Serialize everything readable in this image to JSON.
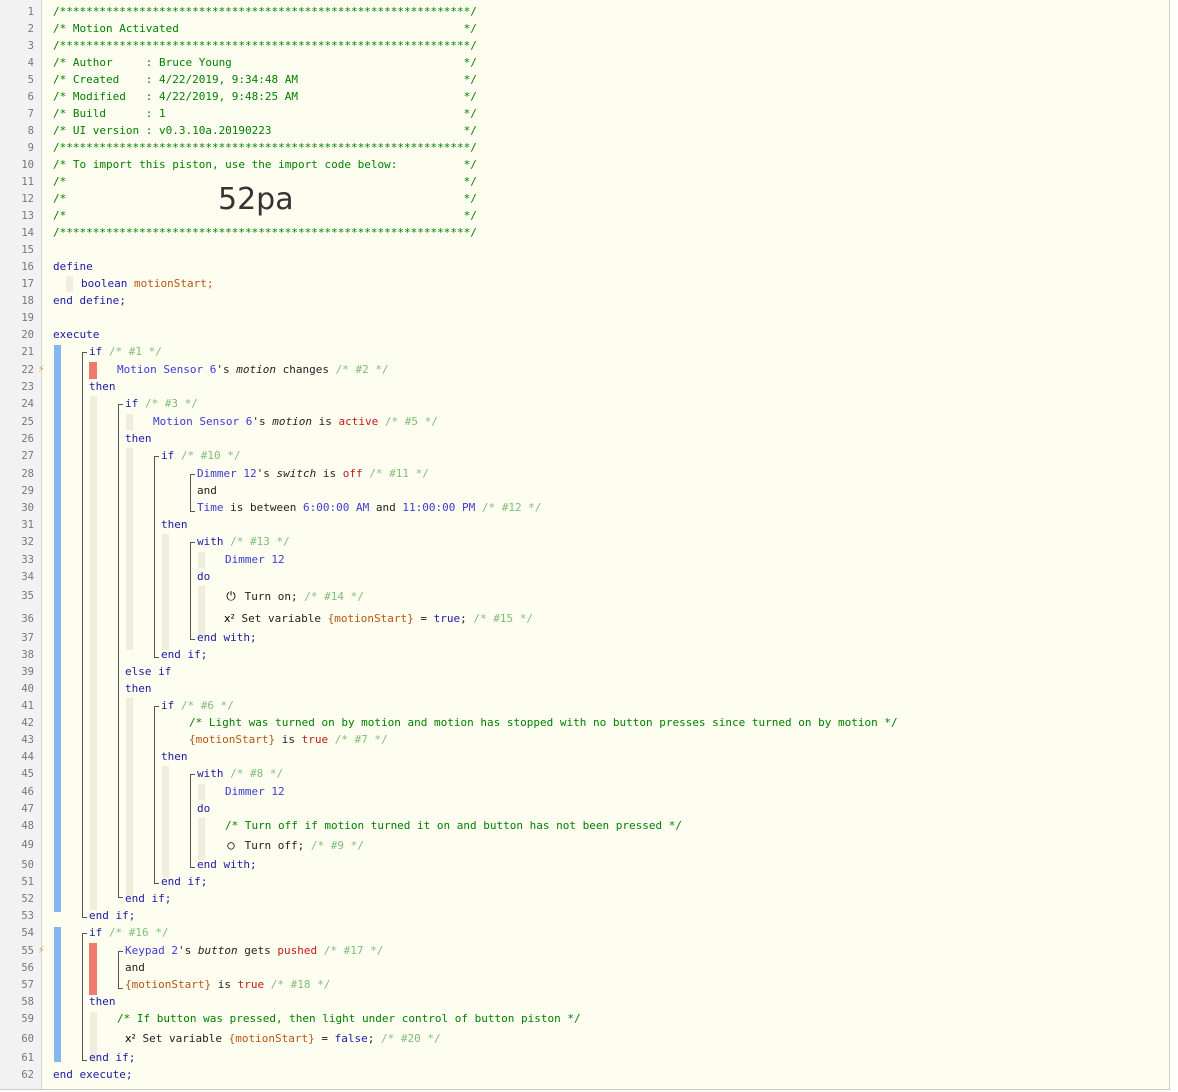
{
  "lines": [
    "/**************************************************************/",
    "/* Motion Activated                                           */",
    "/**************************************************************/",
    "/* Author     : Bruce Young                                   */",
    "/* Created    : 4/22/2019, 9:34:48 AM                         */",
    "/* Modified   : 4/22/2019, 9:48:25 AM                         */",
    "/* Build      : 1                                             */",
    "/* UI version : v0.3.10a.20190223                             */",
    "/**************************************************************/",
    "/* To import this piston, use the import code below:          */",
    "/*                                                            */",
    "/*                                                            */",
    "/*                                                            */",
    "/**************************************************************/"
  ],
  "import_code": "52pa",
  "code": {
    "define": "define",
    "boolean": "boolean",
    "motionStart": "motionStart;",
    "end_define": "end define;",
    "execute": "execute",
    "if": "if",
    "c1": "/* #1 */",
    "motion_sensor": "Motion Sensor 6",
    "s_motion_changes_a": "'s ",
    "motion": "motion",
    "changes": " changes ",
    "c2": "/* #2 */",
    "then": "then",
    "c3": "/* #3 */",
    "is": " is ",
    "active": "active",
    "c5": "/* #5 */",
    "c10": "/* #10 */",
    "dimmer": "Dimmer 12",
    "switch": "switch",
    "off": "off",
    "c11": "/* #11 */",
    "and": "and",
    "time": "Time",
    "is_between": " is between ",
    "t1": "6:00:00 AM",
    "and2": " and ",
    "t2": "11:00:00 PM",
    "c12": "/* #12 */",
    "with": "with",
    "c13": "/* #13 */",
    "do": "do",
    "turn_on": "Turn on;",
    "c14": "/* #14 */",
    "set_variable": "Set variable ",
    "var_motionStart": "{motionStart}",
    "eq": " = ",
    "true": "true",
    "false": "false",
    "semi": ";",
    "c15": "/* #15 */",
    "end_with": "end with;",
    "end_if": "end if;",
    "else_if": "else if",
    "c6": "/* #6 */",
    "cmt_light": "/* Light was turned on by motion and motion has stopped with no button presses since turned on by motion */",
    "c7": "/* #7 */",
    "c8": "/* #8 */",
    "cmt_turnoff": "/* Turn off if motion turned it on and button has not been pressed */",
    "turn_off": "Turn off;",
    "c9": "/* #9 */",
    "c16": "/* #16 */",
    "keypad": "Keypad 2",
    "button": "button",
    "gets": " gets ",
    "pushed": "pushed",
    "c17": "/* #17 */",
    "c18": "/* #18 */",
    "cmt_button": "/* If button was pressed, then light under control of button piston */",
    "c20": "/* #20 */",
    "end_execute": "end execute;"
  },
  "icons": {
    "power_on": "power-icon",
    "power_off": "power-off-icon",
    "variable": "x-squared-icon",
    "trigger": "lightning-bolt-icon"
  },
  "colors": {
    "comment": "#008000",
    "keyword": "#1a1aa6",
    "device": "#3b3bd6",
    "variable": "#b8560f",
    "value": "#c11b17",
    "block_bar": "#82b8ee",
    "trigger_bar": "#ef7b6f"
  }
}
